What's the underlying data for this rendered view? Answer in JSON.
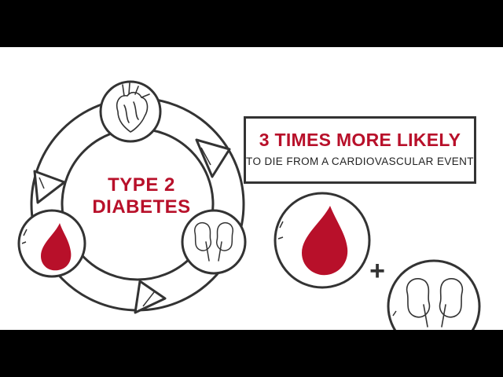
{
  "diagram": {
    "center_label": {
      "line1": "TYPE 2",
      "line2": "DIABETES"
    },
    "callout": {
      "headline": "3 TIMES MORE LIKELY",
      "subtext": "TO DIE FROM A CARDIOVASCULAR EVENT"
    },
    "plus_sign": "+",
    "icons": [
      "heart-icon",
      "kidneys-icon",
      "blood-drop-icon"
    ]
  },
  "colors": {
    "accent_red": "#b8102a",
    "ink": "#333333",
    "background": "#ffffff",
    "letterbox": "#000000"
  }
}
